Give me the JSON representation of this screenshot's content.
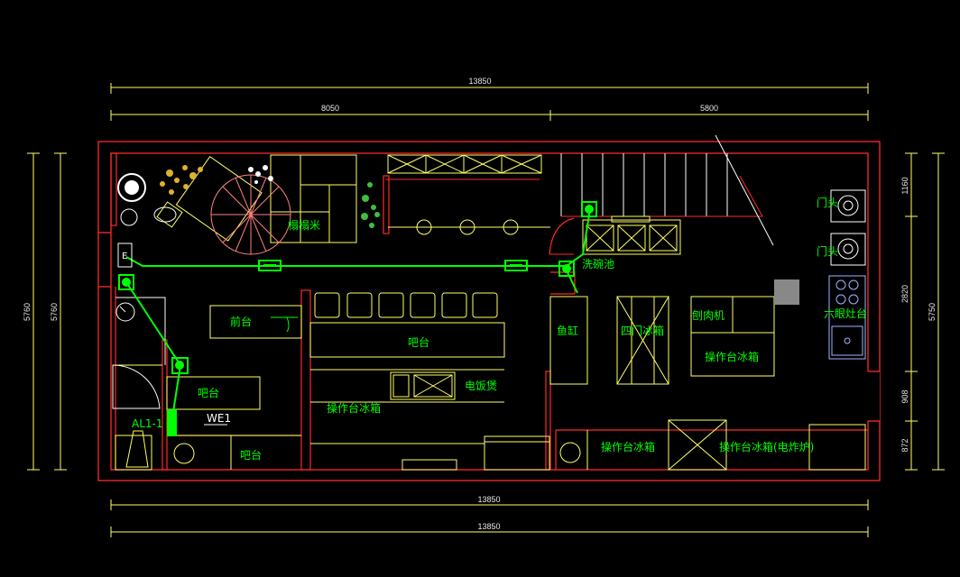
{
  "dimensions": {
    "total_top": "13850",
    "left_segment": "8050",
    "right_segment": "5800",
    "total_bottom_1": "13850",
    "total_bottom_2": "13850",
    "left_outer": "5760",
    "left_inner": "5760",
    "right_outer": "5750",
    "right_seg_1": "1160",
    "right_seg_2": "2820",
    "right_seg_3": "908",
    "right_seg_4": "872"
  },
  "labels": {
    "tatami": "榻榻米",
    "front_desk": "前台",
    "bar_counter_mid": "吧台",
    "rice_cooker": "电饭煲",
    "work_fridge_left": "操作台冰箱",
    "bar_left": "吧台",
    "bar_bottom": "吧台",
    "fish_tank": "鱼缸",
    "four_door_fridge": "四门冰箱",
    "meat_slicer": "刨肉机",
    "work_fridge_right": "操作台冰箱",
    "work_fridge_bottom": "操作台冰箱",
    "work_fridge_fryer": "操作台冰箱(电炸炉)",
    "wash_basin": "洗碗池",
    "door_1": "门头",
    "door_2": "门头",
    "six_burner": "六眼灶台",
    "we1": "WE1",
    "al1": "AL1-1",
    "e_box": "E"
  }
}
